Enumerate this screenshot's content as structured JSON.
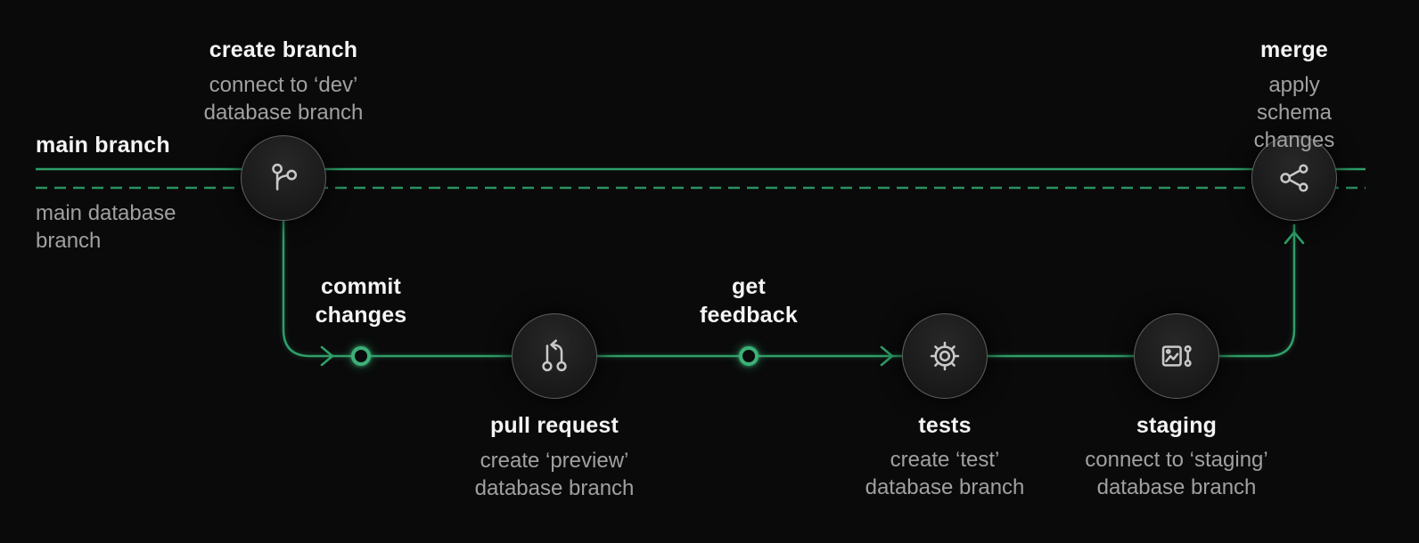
{
  "colors": {
    "background": "#0a0a0a",
    "line_green": "#2f9e68",
    "ring_green": "#3cb179",
    "title_text": "#f4f4f4",
    "subtitle_text": "#a0a0a0",
    "node_border": "#5f5f5f",
    "icon_stroke": "#c9c9c9"
  },
  "branches": {
    "main_branch_label": "main branch",
    "main_database_branch_label": [
      "main database",
      "branch"
    ]
  },
  "steps": {
    "create_branch": {
      "title": "create branch",
      "subtitle": [
        "connect to ‘dev’",
        "database branch"
      ]
    },
    "commit_changes": {
      "title": [
        "commit",
        "changes"
      ]
    },
    "pull_request": {
      "title": "pull request",
      "subtitle": [
        "create ‘preview’",
        "database branch"
      ]
    },
    "get_feedback": {
      "title": [
        "get",
        "feedback"
      ]
    },
    "tests": {
      "title": "tests",
      "subtitle": [
        "create ‘test’",
        "database branch"
      ]
    },
    "staging": {
      "title": "staging",
      "subtitle": [
        "connect to ‘staging’",
        "database branch"
      ]
    },
    "merge": {
      "title": "merge",
      "subtitle": [
        "apply schema",
        "changes"
      ]
    }
  },
  "icons": {
    "create_branch": "git-branch-icon",
    "pull_request": "pull-request-icon",
    "tests": "gear-icon",
    "staging": "staging-panel-icon",
    "merge": "git-merge-icon"
  }
}
